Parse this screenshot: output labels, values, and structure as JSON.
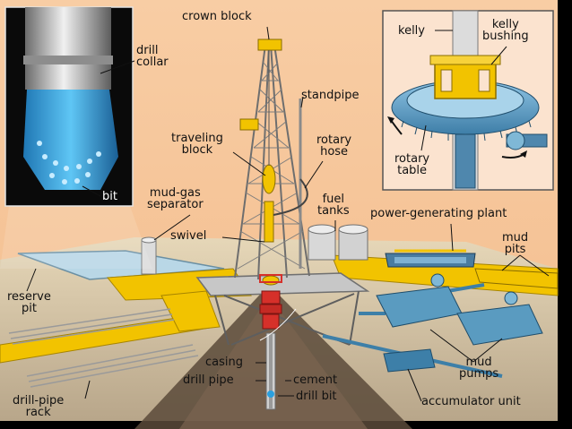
{
  "labels": {
    "crown_block": "crown block",
    "drill_collar": "drill\ncollar",
    "kelly": "kelly",
    "kelly_bushing": "kelly\nbushing",
    "standpipe": "standpipe",
    "traveling_block": "traveling\nblock",
    "rotary_hose": "rotary\nhose",
    "rotary_table": "rotary\ntable",
    "bit": "bit",
    "mud_gas_separator": "mud-gas\nseparator",
    "fuel_tanks": "fuel\ntanks",
    "power_generating_plant": "power-generating plant",
    "swivel": "swivel",
    "mud_pits": "mud\npits",
    "reserve_pit": "reserve\npit",
    "casing": "casing",
    "drill_pipe": "drill pipe",
    "cement": "cement",
    "drill_bit": "drill bit",
    "mud_pumps": "mud\npumps",
    "drill_pipe_rack": "drill-pipe\nrack",
    "accumulator_unit": "accumulator unit"
  },
  "colors": {
    "background": "#f6c79b",
    "ground": "#d9c9a8",
    "steel": "#8d8d8d",
    "yellow": "#f2c300",
    "blue_equipment": "#5a9bc0",
    "bit_blue": "#2aa0e0",
    "red_bop": "#d6302a"
  }
}
